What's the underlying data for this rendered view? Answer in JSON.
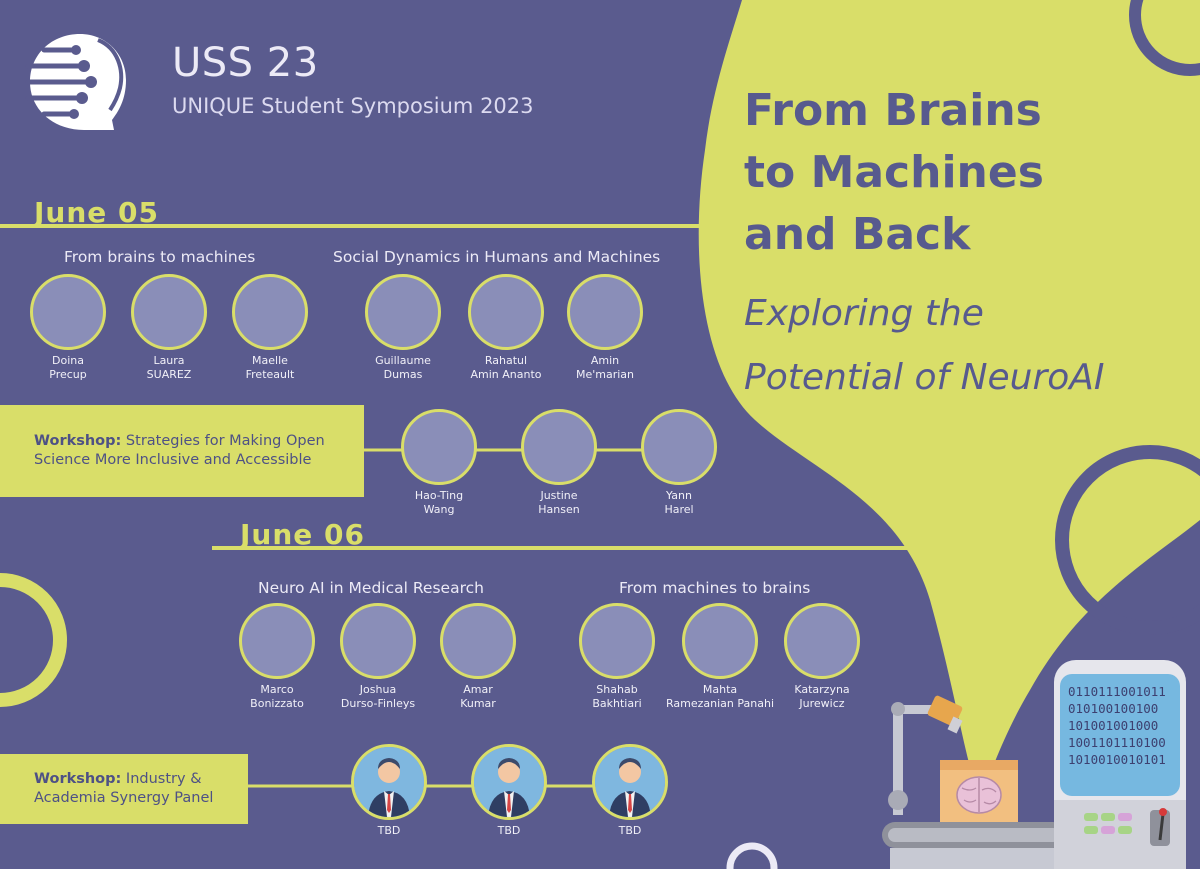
{
  "header": {
    "title": "USS 23",
    "subtitle": "UNIQUE Student Symposium 2023"
  },
  "theme": {
    "title_lines": [
      "From Brains",
      "to Machines",
      "and Back"
    ],
    "subtitle_lines": [
      "Exploring the",
      "Potential of NeuroAI"
    ]
  },
  "colors": {
    "background": "#5a5b8e",
    "accent": "#d9de69",
    "text_light": "#eceaf6",
    "title_text": "#575a8e"
  },
  "day1": {
    "date": "June 05",
    "sessions": [
      {
        "title": "From brains to machines",
        "speakers": [
          {
            "first": "Doina",
            "last": "Precup"
          },
          {
            "first": "Laura",
            "last": "SUAREZ"
          },
          {
            "first": "Maelle",
            "last": "Freteault"
          }
        ]
      },
      {
        "title": "Social Dynamics in Humans and Machines",
        "speakers": [
          {
            "first": "Guillaume",
            "last": "Dumas"
          },
          {
            "first": "Rahatul",
            "last": "Amin Ananto"
          },
          {
            "first": "Amin",
            "last": "Me'marian"
          }
        ]
      }
    ],
    "workshop": {
      "label": "Workshop:",
      "text_line1": " Strategies for Making Open",
      "text_line2": "Science More Inclusive and Accessible",
      "speakers": [
        {
          "first": "Hao-Ting",
          "last": "Wang"
        },
        {
          "first": "Justine",
          "last": "Hansen"
        },
        {
          "first": "Yann",
          "last": "Harel"
        }
      ]
    }
  },
  "day2": {
    "date": "June 06",
    "sessions": [
      {
        "title": "Neuro AI in Medical Research",
        "speakers": [
          {
            "first": "Marco",
            "last": "Bonizzato"
          },
          {
            "first": "Joshua",
            "last": "Durso-Finleys"
          },
          {
            "first": "Amar",
            "last": "Kumar"
          }
        ]
      },
      {
        "title": "From machines to brains",
        "speakers": [
          {
            "first": "Shahab",
            "last": "Bakhtiari"
          },
          {
            "first": "Mahta",
            "last": "Ramezanian Panahi"
          },
          {
            "first": "Katarzyna",
            "last": "Jurewicz"
          }
        ]
      }
    ],
    "workshop": {
      "label": "Workshop:",
      "text_line1": " Industry &",
      "text_line2": "Academia Synergy Panel",
      "speakers": [
        {
          "first": "TBD"
        },
        {
          "first": "TBD"
        },
        {
          "first": "TBD"
        }
      ]
    }
  },
  "machine": {
    "binary": [
      "0110111001011",
      "010100100100",
      "101001001000",
      "1001101110100",
      "1010010010101"
    ]
  }
}
